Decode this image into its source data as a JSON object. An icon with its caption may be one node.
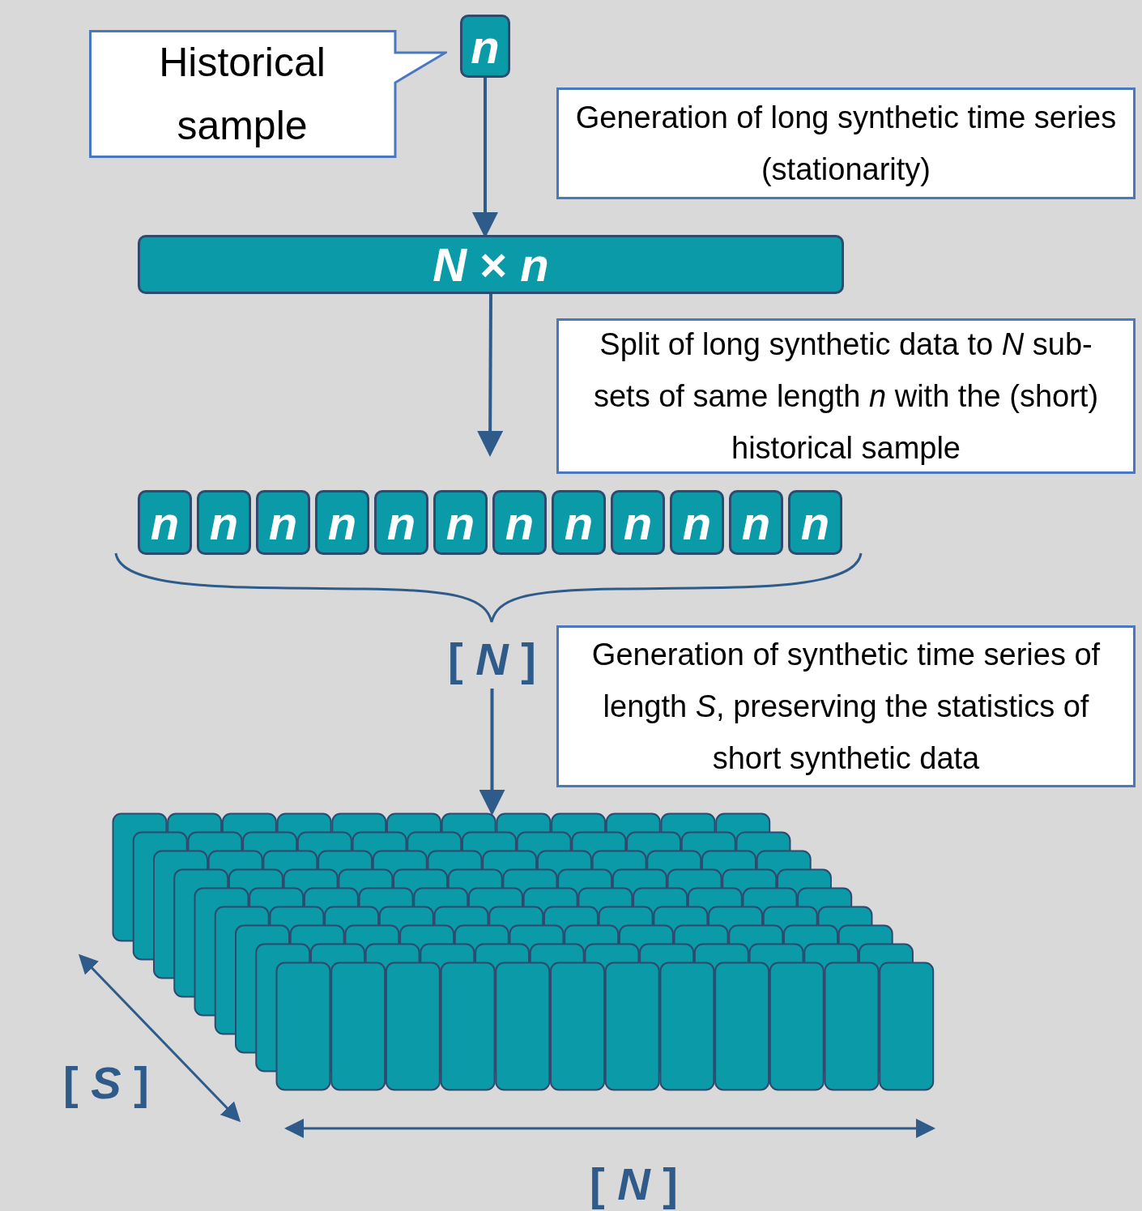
{
  "diagram": {
    "nodes": [
      {
        "text": [
          "Historical sample"
        ]
      },
      {
        "text": [
          "n"
        ]
      },
      {
        "text": [
          "Generation of long synthetic time series (stationarity)"
        ]
      },
      {
        "text": [
          "*N* × *n*"
        ]
      },
      {
        "text": [
          "Split of long synthetic data to *N* sub-sets of same length *n* with the (short) historical sample"
        ]
      },
      {
        "text": [
          "n"
        ]
      },
      {
        "text": [
          "n"
        ]
      },
      {
        "text": [
          "n"
        ]
      },
      {
        "text": [
          "n"
        ]
      },
      {
        "text": [
          "n"
        ]
      },
      {
        "text": [
          "n"
        ]
      },
      {
        "text": [
          "n"
        ]
      },
      {
        "text": [
          "n"
        ]
      },
      {
        "text": [
          "n"
        ]
      },
      {
        "text": [
          "n"
        ]
      },
      {
        "text": [
          "n"
        ]
      },
      {
        "text": [
          "n"
        ]
      },
      {
        "text": [
          "[ *N* ]"
        ]
      },
      {
        "text": [
          "Generation of synthetic time series of length *S*, preserving the statistics of short synthetic data"
        ]
      },
      {
        "text": [],
        "shape": "box"
      }
    ],
    "edges": [
      {
        "from": 1,
        "to": 3,
        "arrow": "to"
      },
      {
        "from": 3,
        "to": null,
        "arrow": "to"
      },
      {
        "from": 17,
        "to": 19,
        "arrow": "to"
      }
    ],
    "labels": [
      "[ *S* ]",
      "[ *N* ]"
    ]
  }
}
